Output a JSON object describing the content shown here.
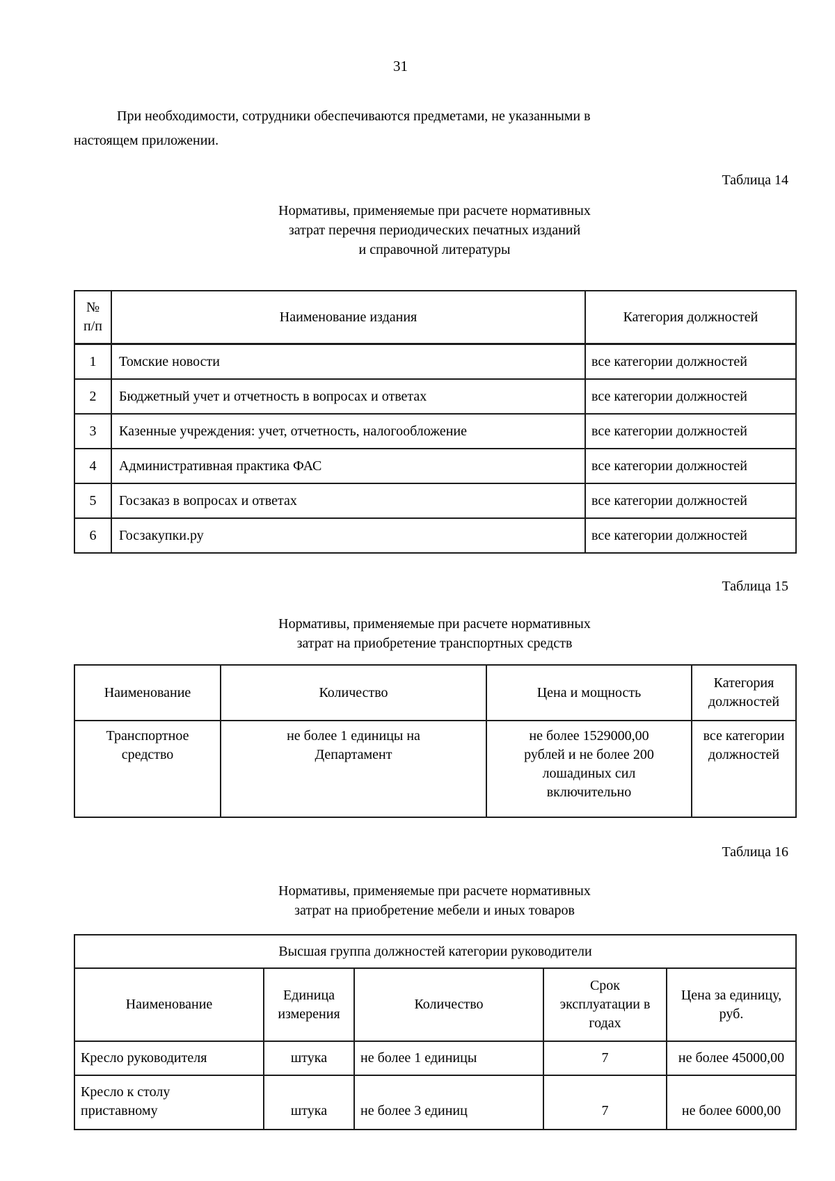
{
  "page": {
    "number": "31",
    "intro_paragraph": "При необходимости, сотрудники обеспечиваются предметами, не указанными в\nнастоящем приложении."
  },
  "table14": {
    "label": "Таблица 14",
    "title_lines": [
      "Нормативы, применяемые при расчете нормативных",
      "затрат перечня периодических печатных изданий",
      "и справочной литературы"
    ],
    "headers": {
      "num": "№\nп/п",
      "name": "Наименование издания",
      "category": "Категория должностей"
    },
    "rows": [
      {
        "num": "1",
        "name": "Томские новости",
        "category": "все категории должностей"
      },
      {
        "num": "2",
        "name": "Бюджетный учет и отчетность в вопросах и ответах",
        "category": "все категории должностей"
      },
      {
        "num": "3",
        "name": "Казенные учреждения: учет, отчетность, налогообложение",
        "category": "все категории должностей"
      },
      {
        "num": "4",
        "name": "Административная практика ФАС",
        "category": "все категории должностей"
      },
      {
        "num": "5",
        "name": "Госзаказ в вопросах и ответах",
        "category": "все категории должностей"
      },
      {
        "num": "6",
        "name": "Госзакупки.ру",
        "category": "все категории должностей"
      }
    ]
  },
  "table15": {
    "label": "Таблица 15",
    "title_lines": [
      "Нормативы, применяемые при расчете нормативных",
      "затрат на приобретение транспортных средств"
    ],
    "headers": {
      "name": "Наименование",
      "quantity": "Количество",
      "price_power": "Цена и мощность",
      "category": "Категория\nдолжностей"
    },
    "row": {
      "name": "Транспортное\nсредство",
      "quantity": "не более 1 единицы на\nДепартамент",
      "price_power": "не более 1529000,00\nрублей и не более 200\nлошадиных сил\nвключительно",
      "category": "все категории\nдолжностей"
    }
  },
  "table16": {
    "label": "Таблица 16",
    "title_lines": [
      "Нормативы, применяемые при расчете нормативных",
      "затрат на приобретение мебели и иных товаров"
    ],
    "group_header": "Высшая группа должностей категории руководители",
    "headers": {
      "name": "Наименование",
      "unit": "Единица\nизмерения",
      "quantity": "Количество",
      "lifetime": "Срок\nэксплуатации в\nгодах",
      "price": "Цена за единицу,\nруб."
    },
    "rows": [
      {
        "name": "Кресло руководителя",
        "unit": "штука",
        "quantity": "не более 1 единицы",
        "lifetime": "7",
        "price": "не более 45000,00"
      },
      {
        "name": "Кресло к столу\nприставному",
        "unit": "штука",
        "quantity": "не более 3 единиц",
        "lifetime": "7",
        "price": "не более 6000,00"
      }
    ]
  }
}
